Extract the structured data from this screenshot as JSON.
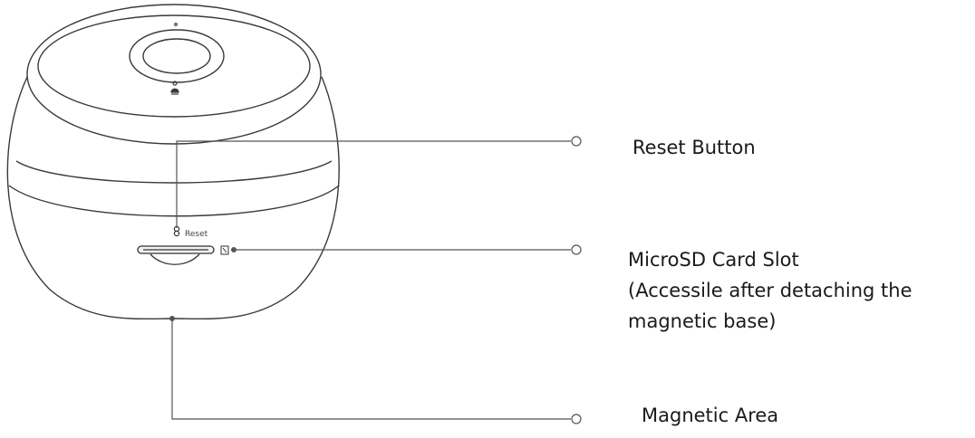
{
  "device": {
    "reset_marking": "Reset"
  },
  "callouts": [
    {
      "id": "reset",
      "lines": [
        "Reset Button"
      ]
    },
    {
      "id": "sd",
      "lines": [
        "MicroSD Card Slot",
        "(Accessile after detaching the",
        "magnetic base)"
      ]
    },
    {
      "id": "magnet",
      "lines": [
        "Magnetic Area"
      ]
    }
  ],
  "colors": {
    "line": "#555555",
    "outline": "#3a3a3a",
    "text": "#1a1a1a",
    "background": "#ffffff"
  }
}
